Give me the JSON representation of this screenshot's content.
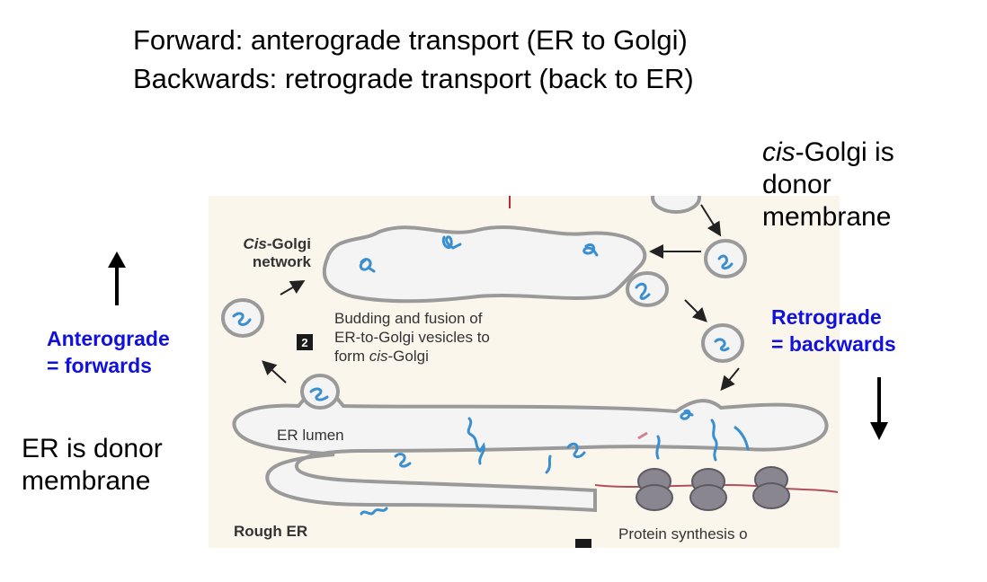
{
  "header": {
    "line1": "Forward: anterograde transport (ER to Golgi)",
    "line2": "Backwards: retrograde transport (back to ER)"
  },
  "callouts": {
    "cis_golgi_italic": "cis",
    "cis_golgi_rest": "-Golgi is",
    "cis_golgi_line2": "donor",
    "cis_golgi_line3": "membrane",
    "er_donor_line1": "ER is donor",
    "er_donor_line2": "membrane",
    "anterograde_line1": "Anterograde",
    "anterograde_line2": "= forwards",
    "retrograde_line1": "Retrograde",
    "retrograde_line2": "= backwards"
  },
  "figure": {
    "cis_golgi_label_italic": "Cis",
    "cis_golgi_label_rest": "-Golgi",
    "cis_golgi_label_line2": "network",
    "step_number": "2",
    "step_line1": "Budding and fusion of",
    "step_line2": "ER-to-Golgi vesicles to",
    "step_line3_pre": "form ",
    "step_line3_italic": "cis",
    "step_line3_post": "-Golgi",
    "er_lumen": "ER lumen",
    "rough_er": "Rough ER",
    "protein_synthesis": "Protein synthesis o"
  },
  "colors": {
    "callout_blue": "#1010e0",
    "figure_bg": "#fbf6ec",
    "membrane_fill": "#f4f4f4",
    "membrane_stroke": "#9a9a9a",
    "protein_blue": "#3a8fd0",
    "ribosome": "#8a8690",
    "mrna": "#b0505a"
  }
}
